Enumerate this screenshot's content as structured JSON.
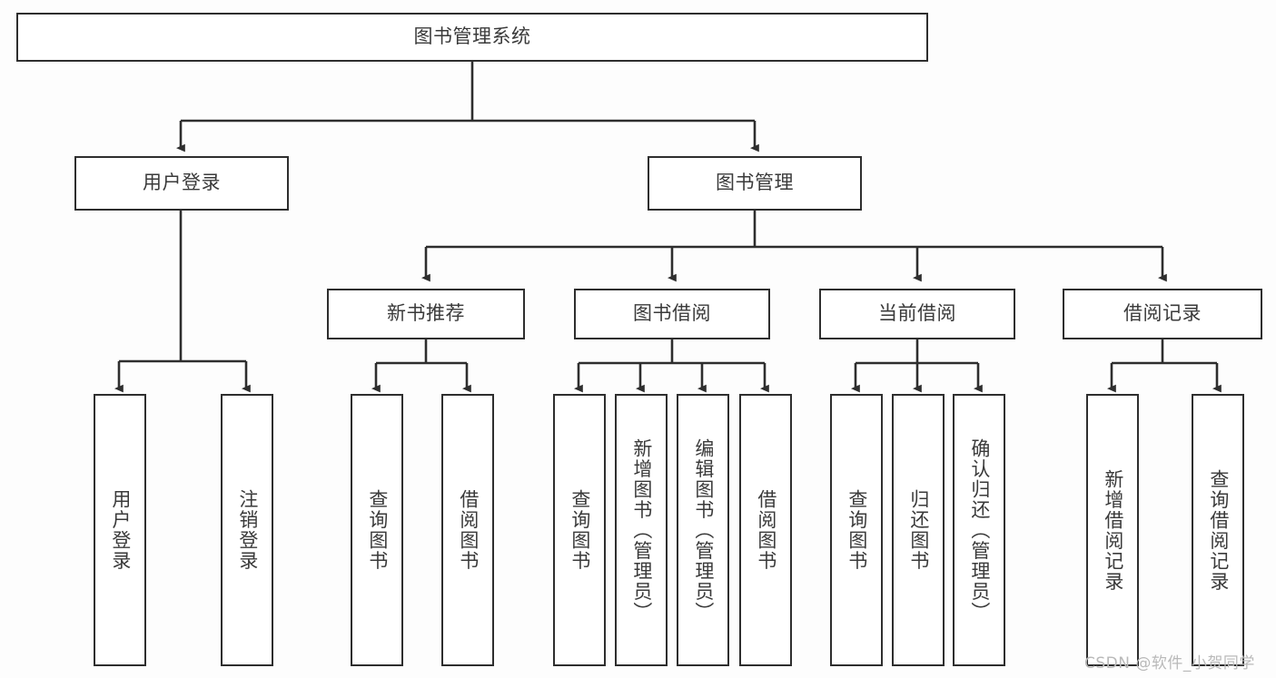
{
  "diagram": {
    "title_node": {
      "label": "图书管理系统"
    },
    "level2": [
      {
        "id": "user-login",
        "label": "用户登录"
      },
      {
        "id": "book-management",
        "label": "图书管理"
      }
    ],
    "level3": [
      {
        "id": "new-book-recommend",
        "label": "新书推荐"
      },
      {
        "id": "book-borrow",
        "label": "图书借阅"
      },
      {
        "id": "current-borrow",
        "label": "当前借阅"
      },
      {
        "id": "borrow-record",
        "label": "借阅记录"
      }
    ],
    "leaves": [
      {
        "id": "leaf-user-login",
        "label": "用户登录",
        "parent": "user-login"
      },
      {
        "id": "leaf-logout-login",
        "label": "注销登录",
        "parent": "user-login"
      },
      {
        "id": "leaf-query-book-1",
        "label": "查询图书",
        "parent": "new-book-recommend"
      },
      {
        "id": "leaf-borrow-book-1",
        "label": "借阅图书",
        "parent": "new-book-recommend"
      },
      {
        "id": "leaf-query-book-2",
        "label": "查询图书",
        "parent": "book-borrow"
      },
      {
        "id": "leaf-add-book",
        "label": "新增图书（管理员）",
        "parent": "book-borrow"
      },
      {
        "id": "leaf-edit-book",
        "label": "编辑图书（管理员）",
        "parent": "book-borrow"
      },
      {
        "id": "leaf-borrow-book-2",
        "label": "借阅图书",
        "parent": "book-borrow"
      },
      {
        "id": "leaf-query-book-3",
        "label": "查询图书",
        "parent": "current-borrow"
      },
      {
        "id": "leaf-return-book",
        "label": "归还图书",
        "parent": "current-borrow"
      },
      {
        "id": "leaf-confirm-return",
        "label": "确认归还（管理员）",
        "parent": "current-borrow"
      },
      {
        "id": "leaf-add-record",
        "label": "新增借阅记录",
        "parent": "borrow-record"
      },
      {
        "id": "leaf-query-record",
        "label": "查询借阅记录",
        "parent": "borrow-record"
      }
    ]
  },
  "watermark": {
    "text": "CSDN @软件_小贺同学"
  },
  "colors": {
    "stroke": "#2e2e2e",
    "text": "#3a3a3a",
    "background": "#fdfdfd",
    "watermark": "#b9b9b9"
  }
}
